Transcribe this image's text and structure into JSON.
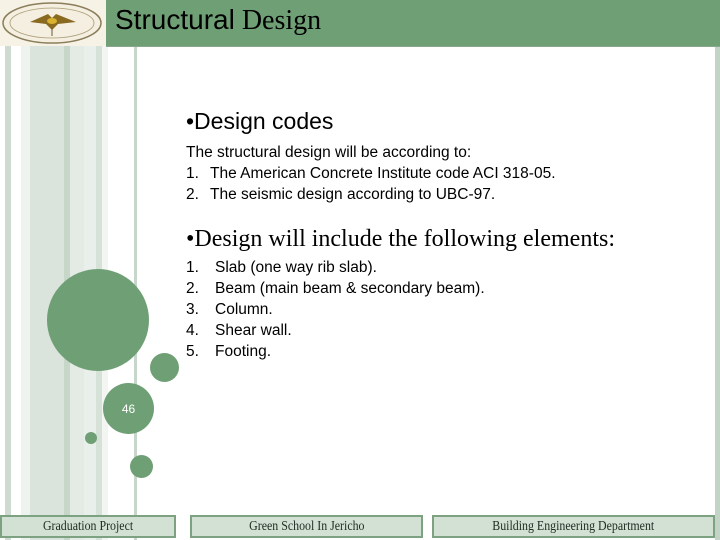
{
  "header": {
    "title_part1": "Structural",
    "title_part2": " Design",
    "logo_icon": "university-emblem-icon",
    "bar_color": "#6f9f75"
  },
  "slide": {
    "page_number": "46",
    "section1": {
      "heading": "•Design codes",
      "intro": "The structural design will be according to:",
      "items": [
        {
          "num": "1.",
          "text": "The American Concrete Institute code ACI 318-05."
        },
        {
          "num": "2.",
          "text": "The seismic design according to UBC-97."
        }
      ]
    },
    "section2": {
      "heading": "•Design will include the following elements:",
      "items": [
        {
          "num": "1.",
          "text": "Slab (one way rib slab)."
        },
        {
          "num": "2.",
          "text": "Beam (main beam & secondary beam)."
        },
        {
          "num": "3.",
          "text": "Column."
        },
        {
          "num": "4.",
          "text": "Shear wall."
        },
        {
          "num": "5.",
          "text": "Footing."
        }
      ]
    }
  },
  "footer": {
    "left": "Graduation Project",
    "center": "Green School In Jericho",
    "right": "Building Engineering Department"
  },
  "colors": {
    "accent_green": "#6f9f75",
    "footer_fill": "#d2e1d3",
    "footer_border": "#7da281"
  }
}
